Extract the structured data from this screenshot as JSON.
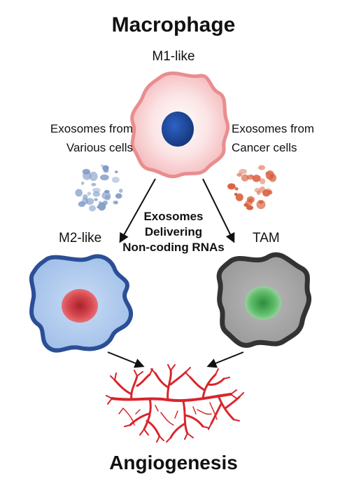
{
  "title": "Macrophage",
  "states": {
    "m1": "M1-like",
    "m2": "M2-like",
    "tam": "TAM"
  },
  "sources": {
    "left_line1": "Exosomes from",
    "left_line2": "Various cells",
    "right_line1": "Exosomes from",
    "right_line2": "Cancer cells"
  },
  "center": {
    "line1": "Exosomes",
    "line2": "Delivering",
    "line3": "Non-coding RNAs"
  },
  "outcome": "Angiogenesis",
  "colors": {
    "m1_membrane": "#e88e90",
    "m1_fill": "#f9cfd1",
    "m1_nucleus": "#1f4fa8",
    "m2_membrane": "#2b4f96",
    "m2_fill": "#a9c6ec",
    "m2_nucleus": "#d7434d",
    "tam_membrane": "#333333",
    "tam_fill": "#a7a7a7",
    "tam_nucleus": "#3aa24a",
    "exosome_various": "#7f9bc8",
    "exosome_cancer": "#d9603d",
    "vessels": "#d8252c"
  }
}
